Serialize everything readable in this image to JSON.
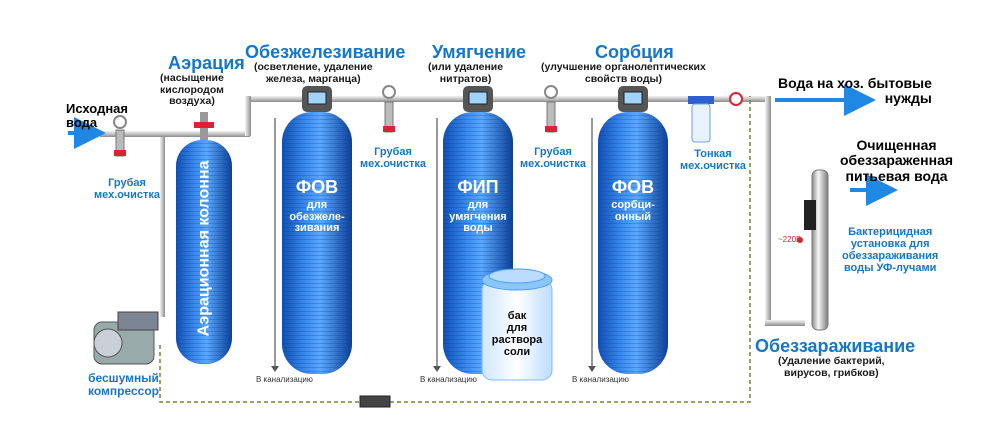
{
  "labels": {
    "source_water": "Исходная\nвода",
    "coarse_filter": "Грубая\nмех.очистка",
    "aeration_title": "Аэрация",
    "aeration_sub": "(насыщение\nкислородом\nвоздуха)",
    "aeration_column": "Аэрационная колонна",
    "deiron_title": "Обезжелезивание",
    "deiron_sub": "(осветление, удаление\nжелеза, марганца)",
    "fov1_title": "ФОВ",
    "fov1_sub": "для\nобезжеле-\nзивания",
    "softening_title": "Умягчение",
    "softening_sub": "(или удаление\nнитратов)",
    "fip_title": "ФИП",
    "fip_sub": "для\nумягчения\nводы",
    "sorption_title": "Сорбция",
    "sorption_sub": "(улучшение органолептических\nсвойств воды)",
    "fov2_title": "ФОВ",
    "fov2_sub": "сорбци-\nонный",
    "coarse2": "Грубая\nмех.очистка",
    "coarse3": "Грубая\nмех.очистка",
    "fine": "Тонкая\nмех.очистка",
    "household_water": "Вода на хоз. бытовые\nнужды",
    "purified_water": "Очищенная\nобеззараженная\nпитьевая вода",
    "uv_unit": "Бактерицидная\nустановка для\nобеззараживания\nводы УФ-лучами",
    "voltage": "~220В",
    "disinfection_title": "Обеззараживание",
    "disinfection_sub": "(Удаление бактерий,\nвирусов, грибков)",
    "salt_tank": "бак\nдля\nраствора\nсоли",
    "drain1": "В канализацию",
    "drain2": "В канализацию",
    "drain3": "В канализацию",
    "compressor": "бесшумный\nкомпрессор"
  },
  "colors": {
    "tank_blue": "#1f6fd8",
    "tank_light": "#5aa8ff",
    "accent_blue": "#1676c8",
    "arrow_blue": "#1f88e5",
    "pipe_gray": "#bdbdbd"
  }
}
